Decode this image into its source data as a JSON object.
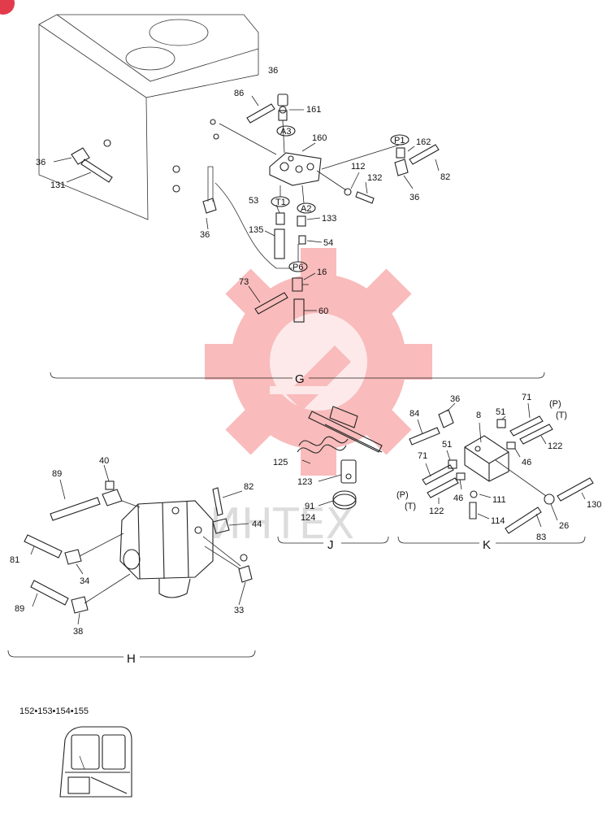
{
  "watermark": {
    "text": "ИНТЕХ",
    "color": "#f26b6b"
  },
  "corner_badge": {
    "color": "#e23b4c"
  },
  "groups": {
    "g": "G",
    "h": "H",
    "j": "J",
    "k": "K"
  },
  "port_labels": {
    "a3": "A3",
    "p1": "P1",
    "t1": "T1",
    "a2": "A2",
    "p6": "P6"
  },
  "k_ports": {
    "p_top": "(P)",
    "t_top": "(T)",
    "p_bot": "(P)",
    "t_bot": "(T)"
  },
  "callouts": {
    "c36a": "36",
    "c86": "86",
    "c161": "161",
    "c160": "160",
    "c36b": "36",
    "c131": "131",
    "c36c": "36",
    "c162": "162",
    "c82a": "82",
    "c112": "112",
    "c132": "132",
    "c36d": "36",
    "c53": "53",
    "c133": "133",
    "c135": "135",
    "c54": "54",
    "c16": "16",
    "c73": "73",
    "c60": "60",
    "c36e": "36",
    "c84": "84",
    "c8": "8",
    "c51a": "51",
    "c71a": "71",
    "c122a": "122",
    "c46a": "46",
    "c71b": "71",
    "c51b": "51",
    "c46b": "46",
    "c122b": "122",
    "c111": "111",
    "c114": "114",
    "c130": "130",
    "c26": "26",
    "c83": "83",
    "c125": "125",
    "c123": "123",
    "c91": "91",
    "c124": "124",
    "c89a": "89",
    "c40": "40",
    "c82b": "82",
    "c44": "44",
    "c81": "81",
    "c34": "34",
    "c89b": "89",
    "c38": "38",
    "c33": "33"
  },
  "cab_ref": "152•153•154•155"
}
